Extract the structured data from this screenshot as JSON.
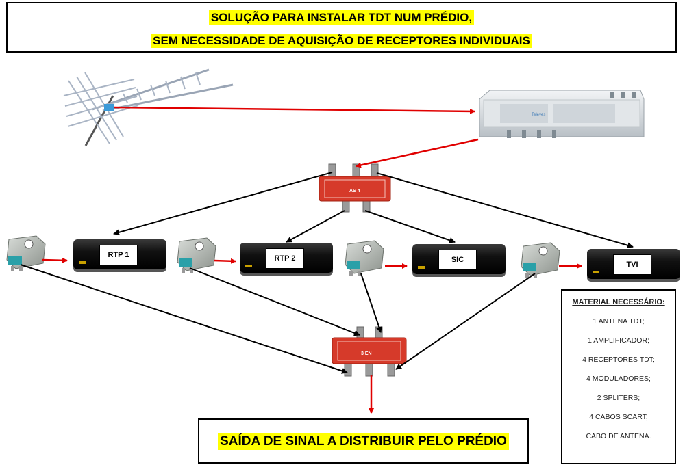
{
  "title": {
    "line1": "SOLUÇÃO PARA INSTALAR TDT NUM PRÉDIO,",
    "line2": "SEM NECESSIDADE DE AQUISIÇÃO  DE RECEPTORES INDIVIDUAIS"
  },
  "receivers": [
    {
      "label": "RTP 1"
    },
    {
      "label": "RTP 2"
    },
    {
      "label": "SIC"
    },
    {
      "label": "TVI"
    }
  ],
  "splitter_labels": {
    "top": "AS 4",
    "bottom": "3 EN"
  },
  "output": {
    "label": "SAÍDA DE SINAL A DISTRIBUIR PELO PRÉDIO"
  },
  "material": {
    "title": "MATERIAL NECESSÁRIO:",
    "items": [
      "1 ANTENA TDT;",
      "1 AMPLIFICADOR;",
      "4 RECEPTORES TDT;",
      "4 MODULADORES;",
      "2 SPLITERS;",
      "4 CABOS SCART;",
      "CABO DE ANTENA."
    ]
  },
  "colors": {
    "highlight": "#ffff00",
    "signal_arrow": "#e00000",
    "distribution_arrow": "#000000",
    "splitter": "#d63a2a"
  },
  "icons": {
    "antenna": "tdt-antenna-icon",
    "amplifier": "amplifier-icon",
    "splitter": "splitter-icon",
    "modulator": "modulator-icon",
    "receiver": "tdt-receiver-icon"
  }
}
